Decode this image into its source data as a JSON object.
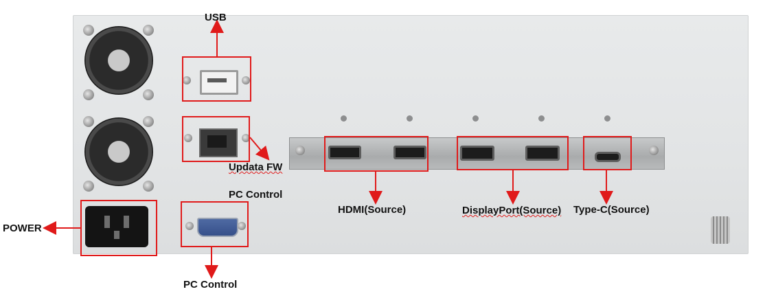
{
  "labels": {
    "usb": "USB",
    "updata_fw": "Updata FW",
    "pc_control_top": "PC Control",
    "pc_control_bottom": "PC Control",
    "power": "POWER",
    "hdmi": "HDMI(Source)",
    "displayport": "DisplayPort(Source)",
    "typec": "Type-C(Source)"
  },
  "colors": {
    "annotation": "#e01a1a",
    "panel": "#e5e7e8"
  }
}
